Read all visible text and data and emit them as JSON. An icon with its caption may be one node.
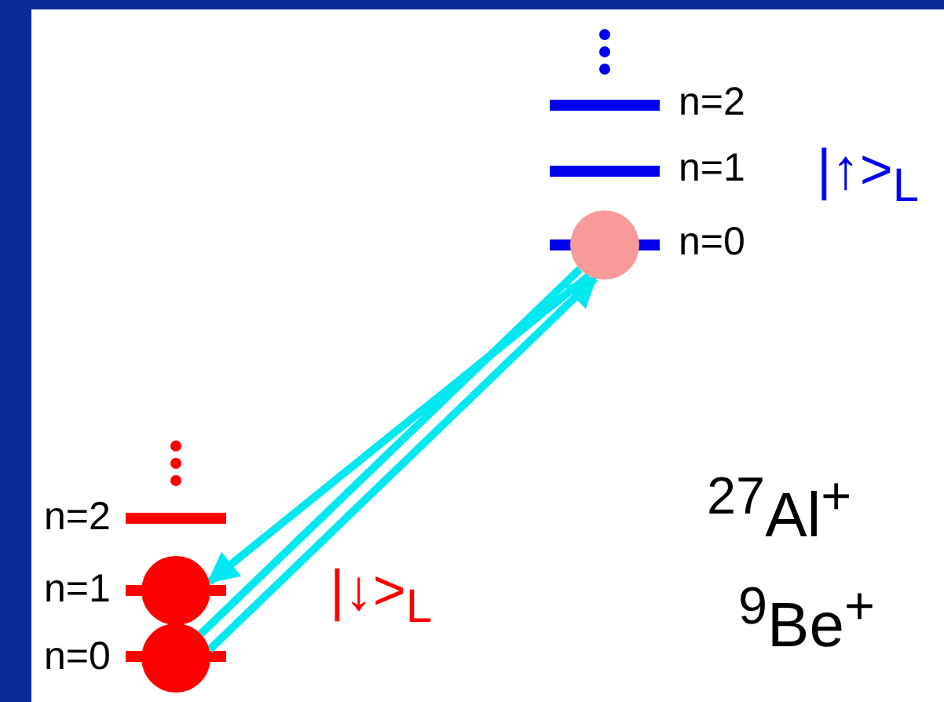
{
  "diagram": {
    "nodes": [
      {
        "text": [],
        "shape": "circle"
      },
      {
        "text": [],
        "shape": "circle"
      },
      {
        "text": [],
        "shape": "circle"
      }
    ],
    "edges": [
      {
        "from": 0,
        "to": 1,
        "arrow": "to"
      },
      {
        "from": 2,
        "to": 0,
        "arrow": "none"
      },
      {
        "from": 2,
        "to": 0,
        "arrow": "to"
      }
    ],
    "labels": [
      "n=2",
      "n=1",
      "n=0",
      "|↑>$_{L}$",
      "n=2",
      "n=1",
      "n=0",
      "|↓>$_{L}$",
      "$^{27}$Al$^{+}$",
      "$^{9}$Be$^{+}$"
    ]
  }
}
